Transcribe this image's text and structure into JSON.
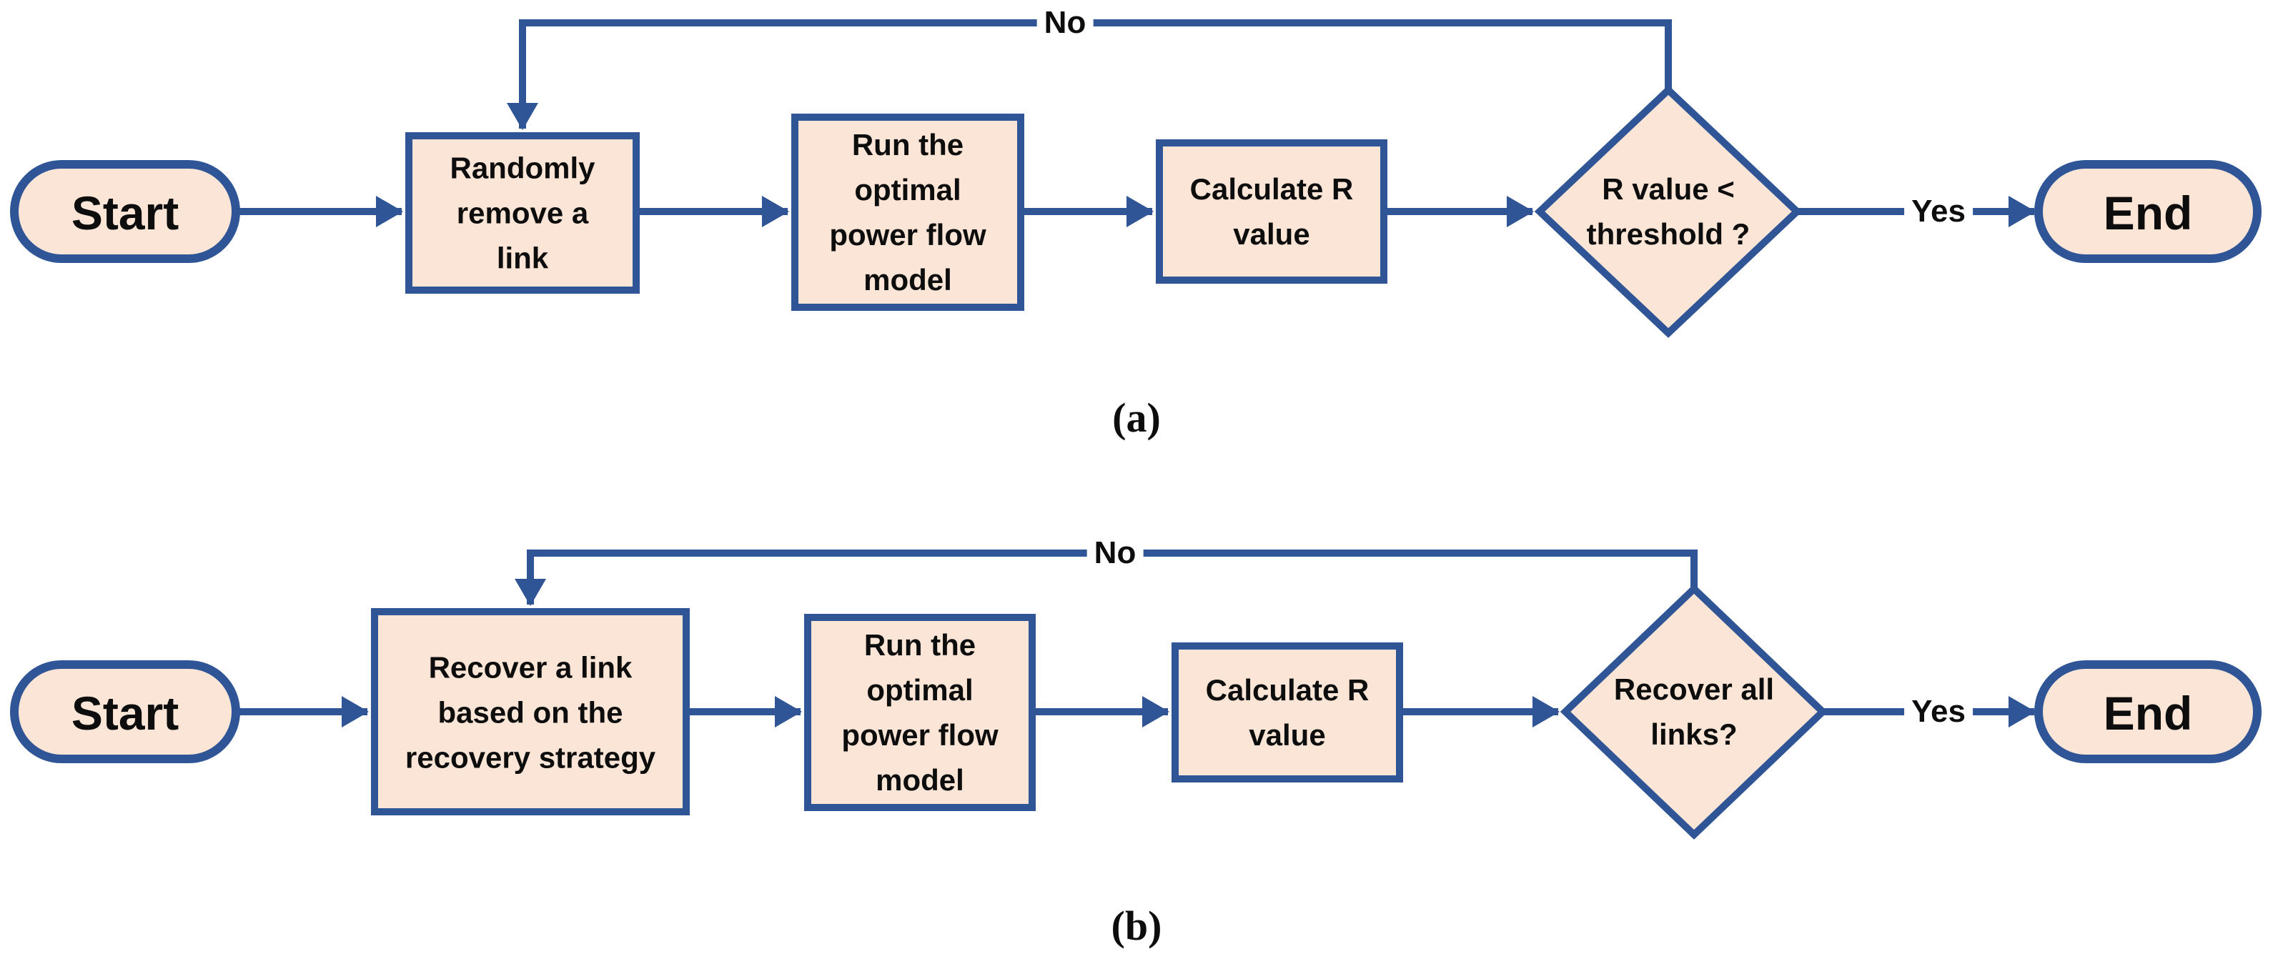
{
  "figure": {
    "colors": {
      "shape_fill": "#FBE5D6",
      "line": "#2F5597",
      "text": "#0D0D0D"
    },
    "charts": [
      {
        "caption": "(a)",
        "start_label": "Start",
        "end_label": "End",
        "steps": [
          "Randomly\nremove a\nlink",
          "Run the\noptimal\npower flow\nmodel",
          "Calculate R\nvalue"
        ],
        "decision_label": "R value <\nthreshold ?",
        "yes_label": "Yes",
        "no_label": "No"
      },
      {
        "caption": "(b)",
        "start_label": "Start",
        "end_label": "End",
        "steps": [
          "Recover a link\nbased on the\nrecovery strategy",
          "Run the\noptimal\npower flow\nmodel",
          "Calculate R\nvalue"
        ],
        "decision_label": "Recover all\nlinks?",
        "yes_label": "Yes",
        "no_label": "No"
      }
    ]
  }
}
